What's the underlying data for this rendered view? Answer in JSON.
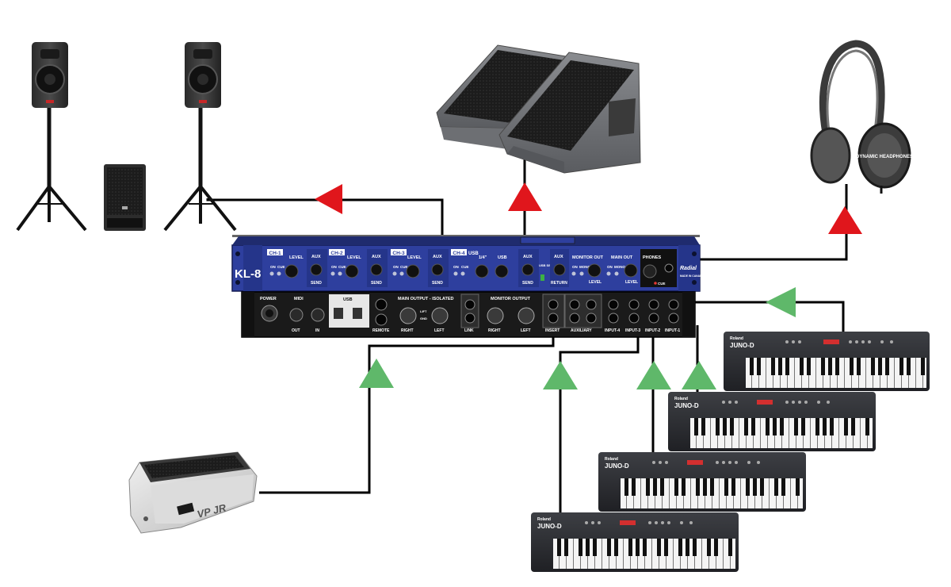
{
  "colors": {
    "output_arrow": "#e0161c",
    "input_arrow": "#5fb86a",
    "front_panel": "#2e3f9e",
    "rear_panel": "#1a1a1a",
    "wire": "#000000"
  },
  "mixer": {
    "model": "KL-8",
    "brand": "Radial",
    "made_in": "MADE IN CANADA",
    "front": {
      "channels": [
        {
          "name": "CH-1",
          "level": "LEVEL",
          "aux": "AUX",
          "send": "SEND"
        },
        {
          "name": "CH-2",
          "level": "LEVEL",
          "aux": "AUX",
          "send": "SEND"
        },
        {
          "name": "CH-3",
          "level": "LEVEL",
          "aux": "AUX",
          "send": "SEND"
        },
        {
          "name": "CH-4",
          "level": "1/4\"",
          "aux": "AUX",
          "send": "SEND"
        }
      ],
      "ch4_usb": "USB",
      "ch4_usb_knob": "USB",
      "usb_select": "USB SELECT",
      "on": "ON",
      "cue": "CUE",
      "aux_return": {
        "top": "AUX",
        "bottom": "RETURN"
      },
      "monitor_out": {
        "title": "MONITOR OUT",
        "on": "ON",
        "mono": "MONO",
        "level": "LEVEL"
      },
      "main_out": {
        "title": "MAIN OUT",
        "on": "ON",
        "mono": "MONO",
        "level": "LEVEL"
      },
      "phones": "PHONES",
      "phones_cue": "CUE"
    },
    "rear": {
      "power": "POWER",
      "midi": "MIDI",
      "midi_out": "OUT",
      "midi_in": "IN",
      "usb": "USB",
      "remote": "REMOTE",
      "main_output": "MAIN OUTPUT - ISOLATED",
      "right": "RIGHT",
      "left": "LEFT",
      "lift": "LIFT",
      "gnd": "GND",
      "link": "LINK",
      "monitor_output": "MONITOR OUTPUT",
      "insert": "INSERT",
      "auxiliary": "AUXILIARY",
      "inputs": [
        "INPUT-4",
        "INPUT-3",
        "INPUT-2",
        "INPUT-1"
      ]
    }
  },
  "keyboards": [
    {
      "brand": "Roland",
      "model": "JUNO-D"
    },
    {
      "brand": "Roland",
      "model": "JUNO-D"
    },
    {
      "brand": "Roland",
      "model": "JUNO-D"
    },
    {
      "brand": "Roland",
      "model": "JUNO-D"
    }
  ],
  "pedal": {
    "label": "VP JR"
  },
  "headphones": {
    "label": "DYNAMIC HEADPHONES"
  }
}
